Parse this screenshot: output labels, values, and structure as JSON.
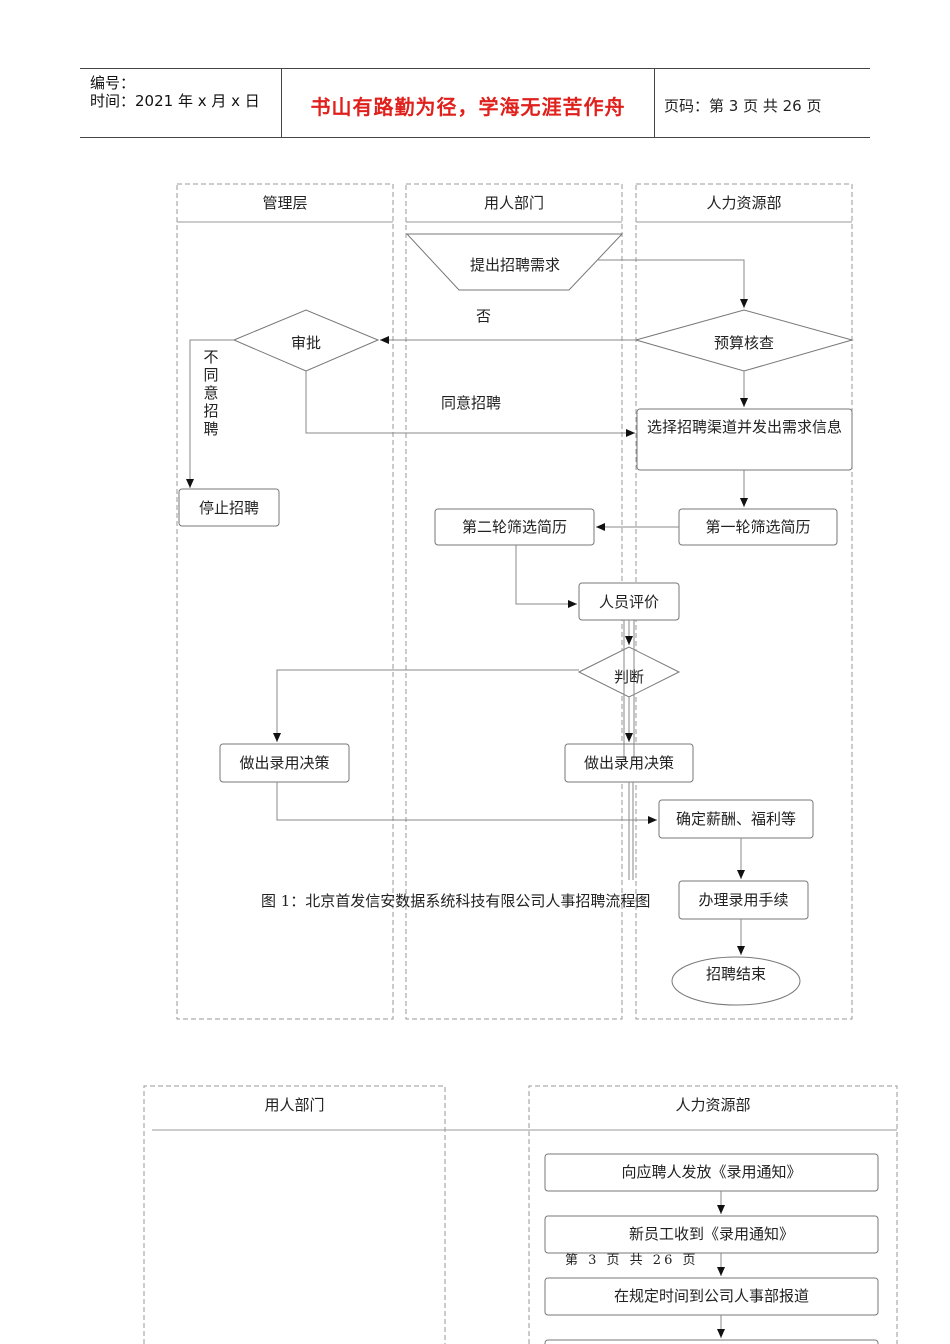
{
  "header": {
    "number_label": "编号：",
    "time_label": "时间：2021 年 x 月 x 日",
    "motto": "书山有路勤为径，学海无涯苦作舟",
    "page_label": "页码：第 3 页  共 26 页"
  },
  "flow1": {
    "lanes": [
      "管理层",
      "用人部门",
      "人力资源部"
    ],
    "nodes": {
      "submit": "提出招聘需求",
      "budget": "预算核查",
      "approve": "审批",
      "no": "否",
      "disagree": "不同意招聘",
      "agree": "同意招聘",
      "stop": "停止招聘",
      "channel": "选择招聘渠道并发出需求信息",
      "round1": "第一轮筛选简历",
      "round2": "第二轮筛选简历",
      "evaluate": "人员评价",
      "judge": "判断",
      "decide_left": "做出录用决策",
      "decide_mid": "做出录用决策",
      "salary": "确定薪酬、福利等",
      "caption": "图 1：北京首发信安数据系统科技有限公司人事招聘流程图",
      "procedure": "办理录用手续",
      "end": "招聘结束"
    }
  },
  "flow2": {
    "lanes": [
      "用人部门",
      "人力资源部"
    ],
    "steps": [
      "向应聘人发放《录用通知》",
      "新员工收到《录用通知》",
      "在规定时间到公司人事部报道"
    ],
    "page_footer": "第 3 页 共 26 页"
  }
}
